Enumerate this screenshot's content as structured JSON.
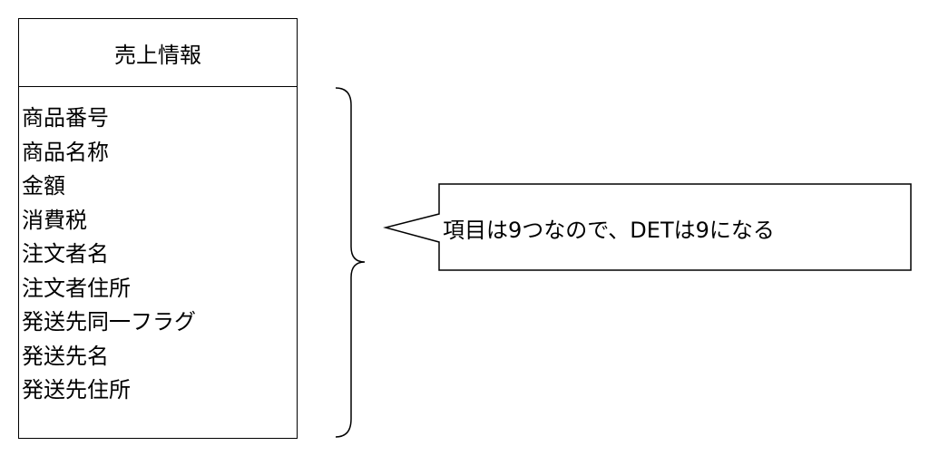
{
  "entity": {
    "title": "売上情報",
    "fields": [
      "商品番号",
      "商品名称",
      "金額",
      "消費税",
      "注文者名",
      "注文者住所",
      "発送先同一フラグ",
      "発送先名",
      "発送先住所"
    ]
  },
  "callout": {
    "text": "項目は9つなので、DETは9になる"
  }
}
